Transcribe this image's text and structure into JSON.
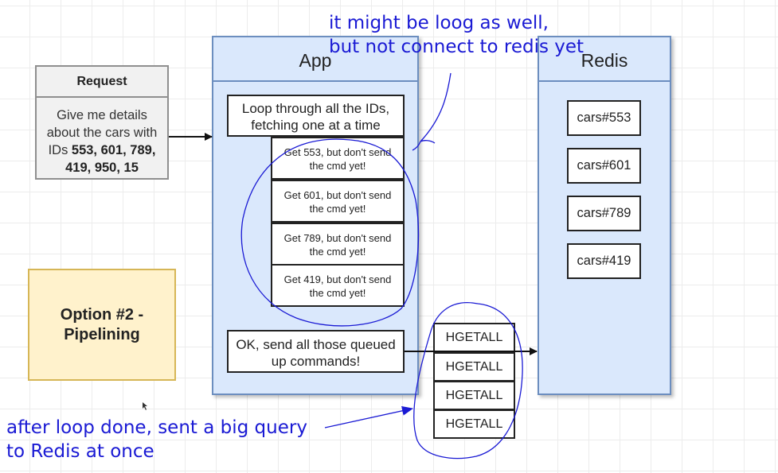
{
  "request": {
    "title": "Request",
    "line1": "Give me details",
    "line2": "about the cars with",
    "line3_prefix": "IDs ",
    "line3_bold": "553, 601, 789,",
    "line4_bold": "419, 950, 15"
  },
  "option": {
    "line1": "Option #2 -",
    "line2": "Pipelining"
  },
  "app": {
    "title": "App",
    "loop_line1": "Loop through all the IDs,",
    "loop_line2": "fetching one at a time",
    "gets": [
      {
        "line1": "Get 553, but don't send",
        "line2": "the cmd yet!"
      },
      {
        "line1": "Get 601, but don't send",
        "line2": "the cmd yet!"
      },
      {
        "line1": "Get 789, but don't send",
        "line2": "the cmd yet!"
      },
      {
        "line1": "Get 419, but don't send",
        "line2": "the cmd yet!"
      }
    ],
    "ok_line1": "OK, send all those queued",
    "ok_line2": "up commands!"
  },
  "hgetall": [
    "HGETALL",
    "HGETALL",
    "HGETALL",
    "HGETALL"
  ],
  "redis": {
    "title": "Redis",
    "keys": [
      "cars#553",
      "cars#601",
      "cars#789",
      "cars#419"
    ]
  },
  "annotations": {
    "top_line1": "it might be loog as well,",
    "top_line2": "but not connect to redis yet",
    "bottom_line1": "after loop done, sent a big query",
    "bottom_line2": "to Redis at once",
    "ink_color": "#1a1ad4"
  },
  "colors": {
    "container_fill": "#dae8fc",
    "container_stroke": "#6c8ebf",
    "option_fill": "#fff2cc",
    "option_stroke": "#d6b656",
    "request_fill": "#f1f1f1"
  }
}
